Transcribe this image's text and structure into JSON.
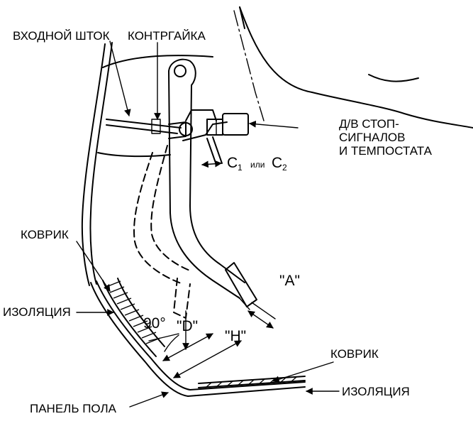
{
  "labels": {
    "input_rod": "ВХОДНОЙ ШТОК",
    "locknut": "КОНТРГАЙКА",
    "switch_line1": "Д/В СТОП-",
    "switch_line2": "СИГНАЛОВ",
    "switch_line3": "И ТЕМПОСТАТА",
    "clearance_c1": "C",
    "clearance_c1_sub": "1",
    "clearance_or": "или",
    "clearance_c2": "C",
    "clearance_c2_sub": "2",
    "carpet_left": "КОВРИК",
    "insulation_left": "ИЗОЛЯЦИЯ",
    "angle": "90°",
    "dim_d": "\"D\"",
    "dim_a": "\"A\"",
    "dim_h": "\"H\"",
    "carpet_right": "КОВРИК",
    "insulation_right": "ИЗОЛЯЦИЯ",
    "floor_panel": "ПАНЕЛЬ ПОЛА"
  }
}
